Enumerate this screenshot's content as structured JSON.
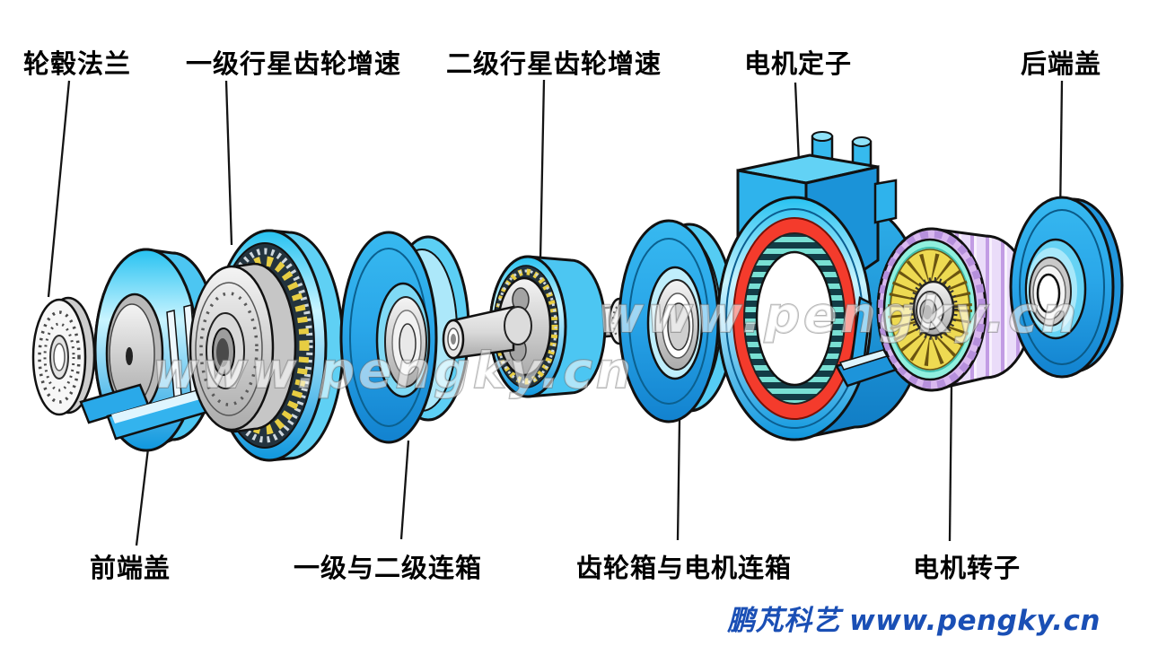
{
  "parts": {
    "hub_flange": {
      "label": "轮毂法兰"
    },
    "stage1_planetary_gear": {
      "label": "一级行星齿轮增速"
    },
    "stage2_planetary_gear": {
      "label": "二级行星齿轮增速"
    },
    "motor_stator": {
      "label": "电机定子"
    },
    "rear_end_cover": {
      "label": "后端盖"
    },
    "front_end_cover": {
      "label": "前端盖"
    },
    "stage1_stage2_connector": {
      "label": "一级与二级连箱"
    },
    "gearbox_motor_connector": {
      "label": "齿轮箱与电机连箱"
    },
    "motor_rotor": {
      "label": "电机转子"
    }
  },
  "watermarks": {
    "text": "www.pengky.cn"
  },
  "footer": {
    "brand": "鹏芃科艺",
    "site": "www.pengky.cn"
  },
  "colors": {
    "part_blue": "#29a9e9",
    "highlight_cyan": "#c9f4ff",
    "stator_red": "#f43b2c",
    "winding_teal": "#79e0d4",
    "rotor_purple": "#e2c9f4",
    "rotor_face_mint": "#90f0de",
    "fan_yellow": "#eeda52",
    "metal_gray": "#d6d6d6",
    "footer_blue": "#1a4fb5"
  }
}
